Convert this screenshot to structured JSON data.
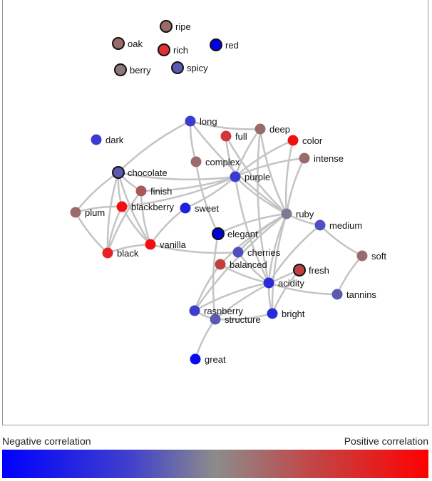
{
  "legend": {
    "negative_label": "Negative correlation",
    "positive_label": "Positive correlation",
    "colors": [
      "#0000ff",
      "#8c8c8c",
      "#ff0000"
    ]
  },
  "graph": {
    "nodes": [
      {
        "id": "ripe",
        "label": "ripe",
        "color": "#9b6b6b",
        "outlined": true
      },
      {
        "id": "oak",
        "label": "oak",
        "color": "#9b6b6b",
        "outlined": true
      },
      {
        "id": "rich",
        "label": "rich",
        "color": "#e03030",
        "outlined": true
      },
      {
        "id": "red",
        "label": "red",
        "color": "#0000ee",
        "outlined": true
      },
      {
        "id": "berry",
        "label": "berry",
        "color": "#8a7a7a",
        "outlined": true
      },
      {
        "id": "spicy",
        "label": "spicy",
        "color": "#5a5ab0",
        "outlined": true
      },
      {
        "id": "long",
        "label": "long",
        "color": "#3b3bcf",
        "outlined": false
      },
      {
        "id": "full",
        "label": "full",
        "color": "#d03838",
        "outlined": false
      },
      {
        "id": "deep",
        "label": "deep",
        "color": "#9b6b6b",
        "outlined": false
      },
      {
        "id": "dark",
        "label": "dark",
        "color": "#3b3bcf",
        "outlined": false
      },
      {
        "id": "color",
        "label": "color",
        "color": "#f01010",
        "outlined": false
      },
      {
        "id": "intense",
        "label": "intense",
        "color": "#9b6b6b",
        "outlined": false
      },
      {
        "id": "complex",
        "label": "complex",
        "color": "#9b6b6b",
        "outlined": false
      },
      {
        "id": "chocolate",
        "label": "chocolate",
        "color": "#5a5ab0",
        "outlined": true
      },
      {
        "id": "purple",
        "label": "purple",
        "color": "#3b3bcf",
        "outlined": false
      },
      {
        "id": "finish",
        "label": "finish",
        "color": "#a85858",
        "outlined": false
      },
      {
        "id": "blackberry",
        "label": "blackberry",
        "color": "#f01010",
        "outlined": false
      },
      {
        "id": "sweet",
        "label": "sweet",
        "color": "#2020e0",
        "outlined": false
      },
      {
        "id": "plum",
        "label": "plum",
        "color": "#9b6b6b",
        "outlined": false
      },
      {
        "id": "ruby",
        "label": "ruby",
        "color": "#7a7a90",
        "outlined": false
      },
      {
        "id": "medium",
        "label": "medium",
        "color": "#5050c0",
        "outlined": false
      },
      {
        "id": "elegant",
        "label": "elegant",
        "color": "#0000dd",
        "outlined": true
      },
      {
        "id": "vanilla",
        "label": "vanilla",
        "color": "#f01010",
        "outlined": false
      },
      {
        "id": "black",
        "label": "black",
        "color": "#e82020",
        "outlined": false
      },
      {
        "id": "cherries",
        "label": "cherries",
        "color": "#5050c0",
        "outlined": false
      },
      {
        "id": "soft",
        "label": "soft",
        "color": "#9b6b6b",
        "outlined": false
      },
      {
        "id": "balanced",
        "label": "balanced",
        "color": "#c04040",
        "outlined": false
      },
      {
        "id": "fresh",
        "label": "fresh",
        "color": "#c04040",
        "outlined": true
      },
      {
        "id": "acidity",
        "label": "acidity",
        "color": "#2a2ad8",
        "outlined": false
      },
      {
        "id": "tannins",
        "label": "tannins",
        "color": "#5a5ab0",
        "outlined": false
      },
      {
        "id": "raspberry",
        "label": "raspberry",
        "color": "#3b3bcf",
        "outlined": false
      },
      {
        "id": "bright",
        "label": "bright",
        "color": "#2a2ad8",
        "outlined": false
      },
      {
        "id": "structure",
        "label": "structure",
        "color": "#5a5ab0",
        "outlined": false
      },
      {
        "id": "great",
        "label": "great",
        "color": "#0a0af0",
        "outlined": false
      }
    ],
    "edges": [
      [
        "long",
        "deep"
      ],
      [
        "long",
        "complex"
      ],
      [
        "long",
        "chocolate"
      ],
      [
        "long",
        "ruby"
      ],
      [
        "full",
        "purple"
      ],
      [
        "full",
        "ruby"
      ],
      [
        "deep",
        "purple"
      ],
      [
        "deep",
        "ruby"
      ],
      [
        "deep",
        "acidity"
      ],
      [
        "color",
        "purple"
      ],
      [
        "color",
        "ruby"
      ],
      [
        "intense",
        "purple"
      ],
      [
        "intense",
        "ruby"
      ],
      [
        "complex",
        "elegant"
      ],
      [
        "chocolate",
        "purple"
      ],
      [
        "chocolate",
        "plum"
      ],
      [
        "chocolate",
        "black"
      ],
      [
        "chocolate",
        "vanilla"
      ],
      [
        "chocolate",
        "blackberry"
      ],
      [
        "chocolate",
        "finish"
      ],
      [
        "finish",
        "purple"
      ],
      [
        "finish",
        "black"
      ],
      [
        "finish",
        "vanilla"
      ],
      [
        "blackberry",
        "plum"
      ],
      [
        "blackberry",
        "vanilla"
      ],
      [
        "blackberry",
        "black"
      ],
      [
        "blackberry",
        "purple"
      ],
      [
        "sweet",
        "purple"
      ],
      [
        "sweet",
        "vanilla"
      ],
      [
        "plum",
        "black"
      ],
      [
        "purple",
        "acidity"
      ],
      [
        "purple",
        "ruby"
      ],
      [
        "ruby",
        "elegant"
      ],
      [
        "ruby",
        "cherries"
      ],
      [
        "ruby",
        "balanced"
      ],
      [
        "ruby",
        "acidity"
      ],
      [
        "ruby",
        "raspberry"
      ],
      [
        "ruby",
        "bright"
      ],
      [
        "ruby",
        "medium"
      ],
      [
        "elegant",
        "structure"
      ],
      [
        "vanilla",
        "cherries"
      ],
      [
        "vanilla",
        "black"
      ],
      [
        "cherries",
        "acidity"
      ],
      [
        "balanced",
        "acidity"
      ],
      [
        "balanced",
        "raspberry"
      ],
      [
        "medium",
        "soft"
      ],
      [
        "medium",
        "acidity"
      ],
      [
        "soft",
        "tannins"
      ],
      [
        "fresh",
        "bright"
      ],
      [
        "fresh",
        "structure"
      ],
      [
        "acidity",
        "tannins"
      ],
      [
        "acidity",
        "bright"
      ],
      [
        "acidity",
        "raspberry"
      ],
      [
        "raspberry",
        "structure"
      ],
      [
        "structure",
        "bright"
      ],
      [
        "structure",
        "great"
      ]
    ]
  }
}
